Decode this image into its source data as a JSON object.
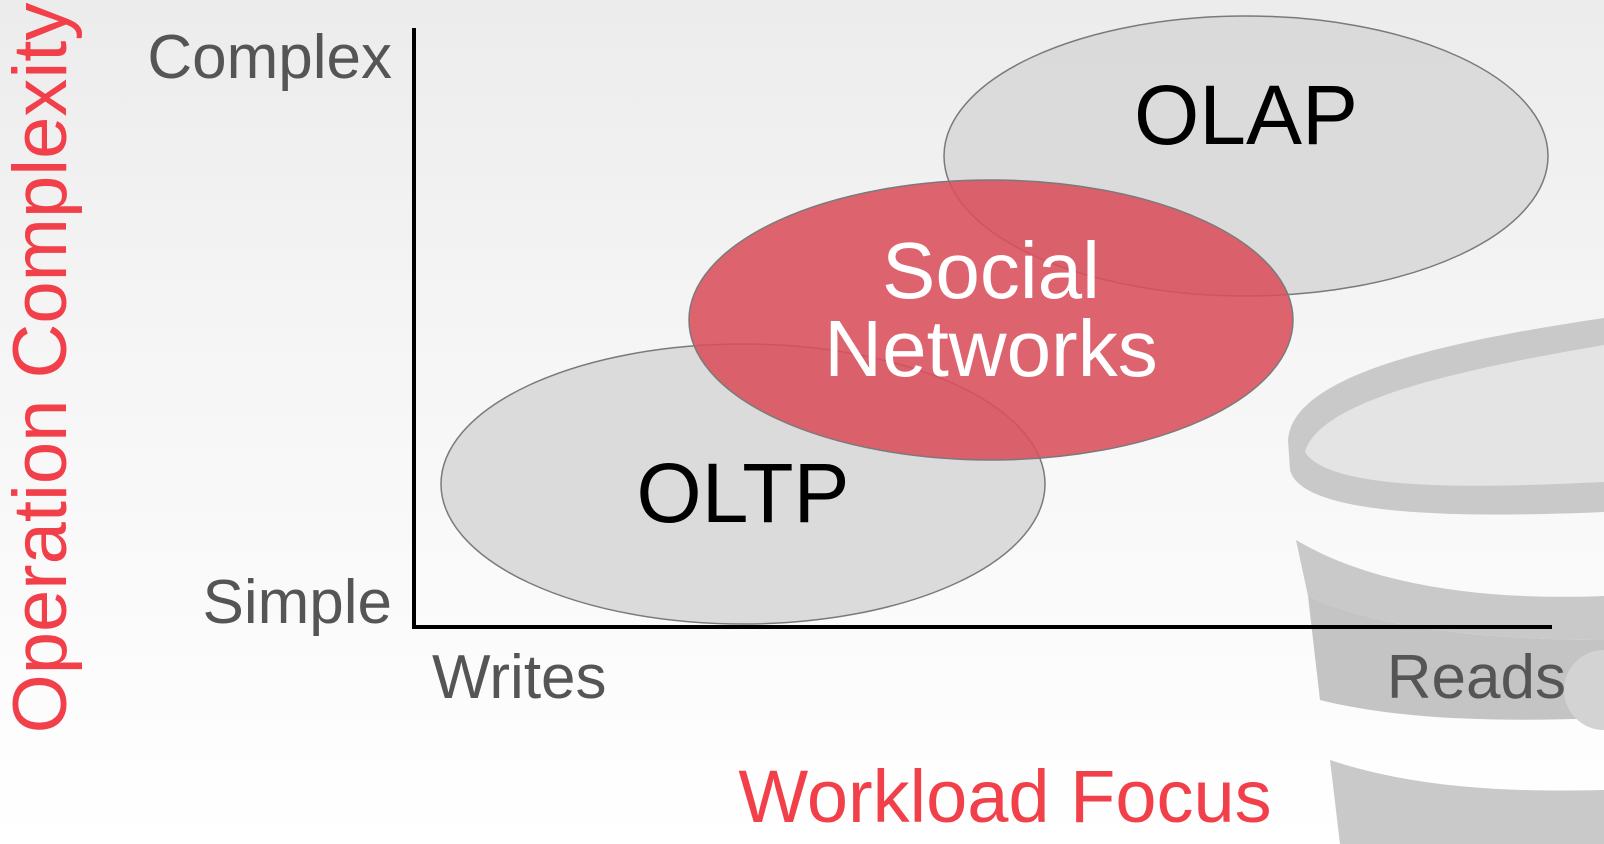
{
  "axes": {
    "y_title": "Operation Complexity",
    "x_title": "Workload Focus",
    "y_top_label": "Complex",
    "y_bottom_label": "Simple",
    "x_left_label": "Writes",
    "x_right_label": "Reads"
  },
  "regions": {
    "olap": "OLAP",
    "oltp": "OLTP",
    "social_line1": "Social",
    "social_line2": "Networks"
  },
  "colors": {
    "accent_red": "#f2404a",
    "ellipse_gray": "#d9d9d9",
    "ellipse_red": "#d9505c",
    "ellipse_stroke": "#7a7a7a",
    "label_gray": "#555555",
    "axis_black": "#000000",
    "watermark_gray": "#c9c9c9"
  },
  "decor": {
    "watermark_icon": "database-cylinder-icon"
  }
}
